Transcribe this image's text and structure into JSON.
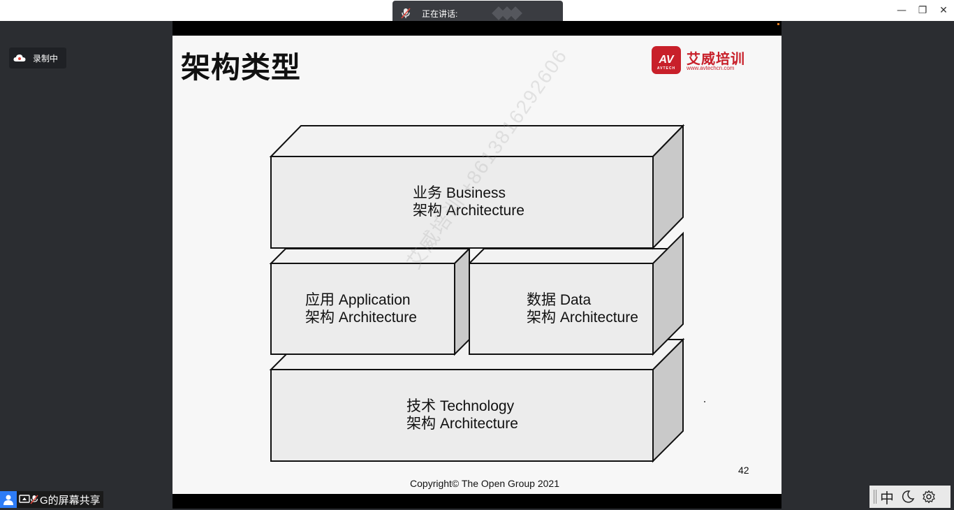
{
  "window": {
    "speaking_label": "正在讲话:",
    "minimize": "—",
    "restore": "❐",
    "close": "✕"
  },
  "recording": {
    "label": "录制中"
  },
  "slide": {
    "title": "架构类型",
    "logo": {
      "mark": "AV",
      "mark_sub": "AVTECH",
      "name": "艾威培训",
      "url": "www.avtechcn.com"
    },
    "boxes": {
      "business": {
        "line1": "业务 Business",
        "line2": "架构 Architecture"
      },
      "application": {
        "line1": "应用 Application",
        "line2": "架构 Architecture"
      },
      "data": {
        "line1": "数据 Data",
        "line2": "架构 Architecture"
      },
      "technology": {
        "line1": "技术 Technology",
        "line2": "架构 Architecture"
      }
    },
    "watermark": "艾威培训 +8613816292606",
    "page_number": "42",
    "copyright": "Copyright© The Open Group 2021"
  },
  "share": {
    "label": "G的屏幕共享"
  },
  "toolbar": {
    "lang": "中"
  },
  "colors": {
    "brand": "#c8202a",
    "box_front": "#ececec",
    "box_top": "#f2f2f2",
    "box_side": "#c9c9c9",
    "background": "#2b2d31"
  }
}
